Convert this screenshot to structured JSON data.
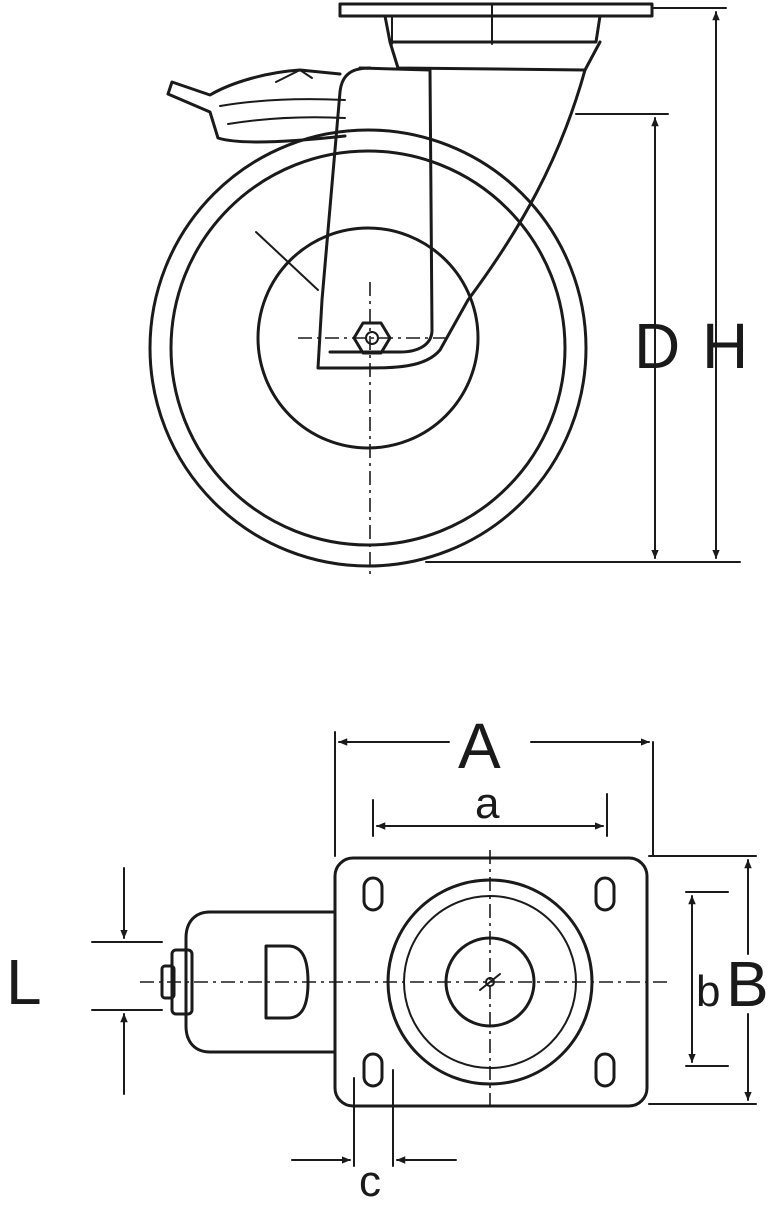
{
  "labels": {
    "D": "D",
    "H": "H",
    "A": "A",
    "a": "a",
    "L": "L",
    "b": "b",
    "B": "B",
    "c": "c"
  },
  "colors": {
    "line": "#1a1a1a",
    "background": "#ffffff"
  }
}
